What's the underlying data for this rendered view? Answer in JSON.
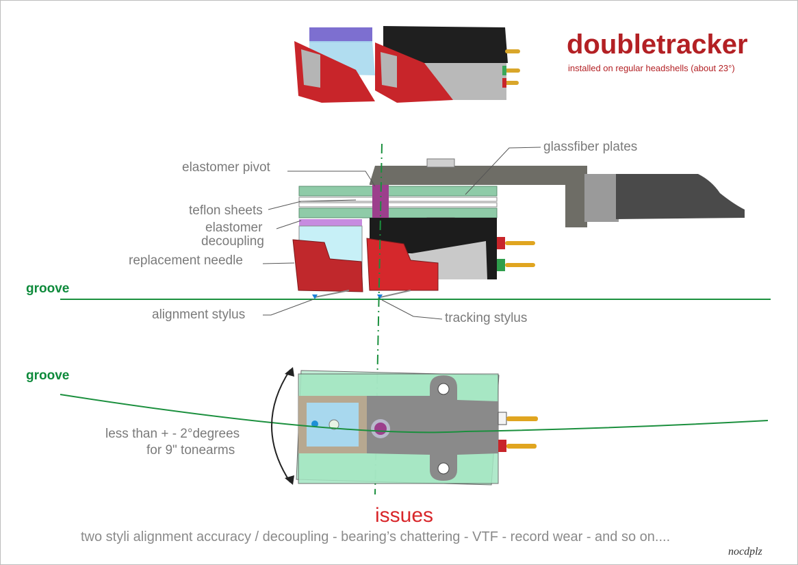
{
  "title": "doubletracker",
  "subtitle": "installed on regular headshells (about 23°)",
  "labels": {
    "glassfiber_plates": "glassfiber plates",
    "elastomer_pivot": "elastomer pivot",
    "teflon_sheets": "teflon sheets",
    "elastomer_decoupling_line1": "elastomer",
    "elastomer_decoupling_line2": "decoupling",
    "replacement_needle": "replacement needle",
    "alignment_stylus": "alignment stylus",
    "tracking_stylus": "tracking stylus",
    "groove_side": "groove",
    "groove_top": "groove",
    "angle_line1": "less than + - 2°degrees",
    "angle_line2": "for 9\" tonearms"
  },
  "issues": {
    "heading": "issues",
    "text": "two styli alignment accuracy / decoupling - bearing’s chattering - VTF - record wear - and so on...."
  },
  "signature": "nocdplz",
  "colors": {
    "title_red": "#b32024",
    "groove_green": "#0e8a3b",
    "cartridge_red": "#c8252a",
    "plate_green": "#8fcba8",
    "arm_gray": "#6e6d66",
    "label_gray": "#7a7a7a"
  }
}
